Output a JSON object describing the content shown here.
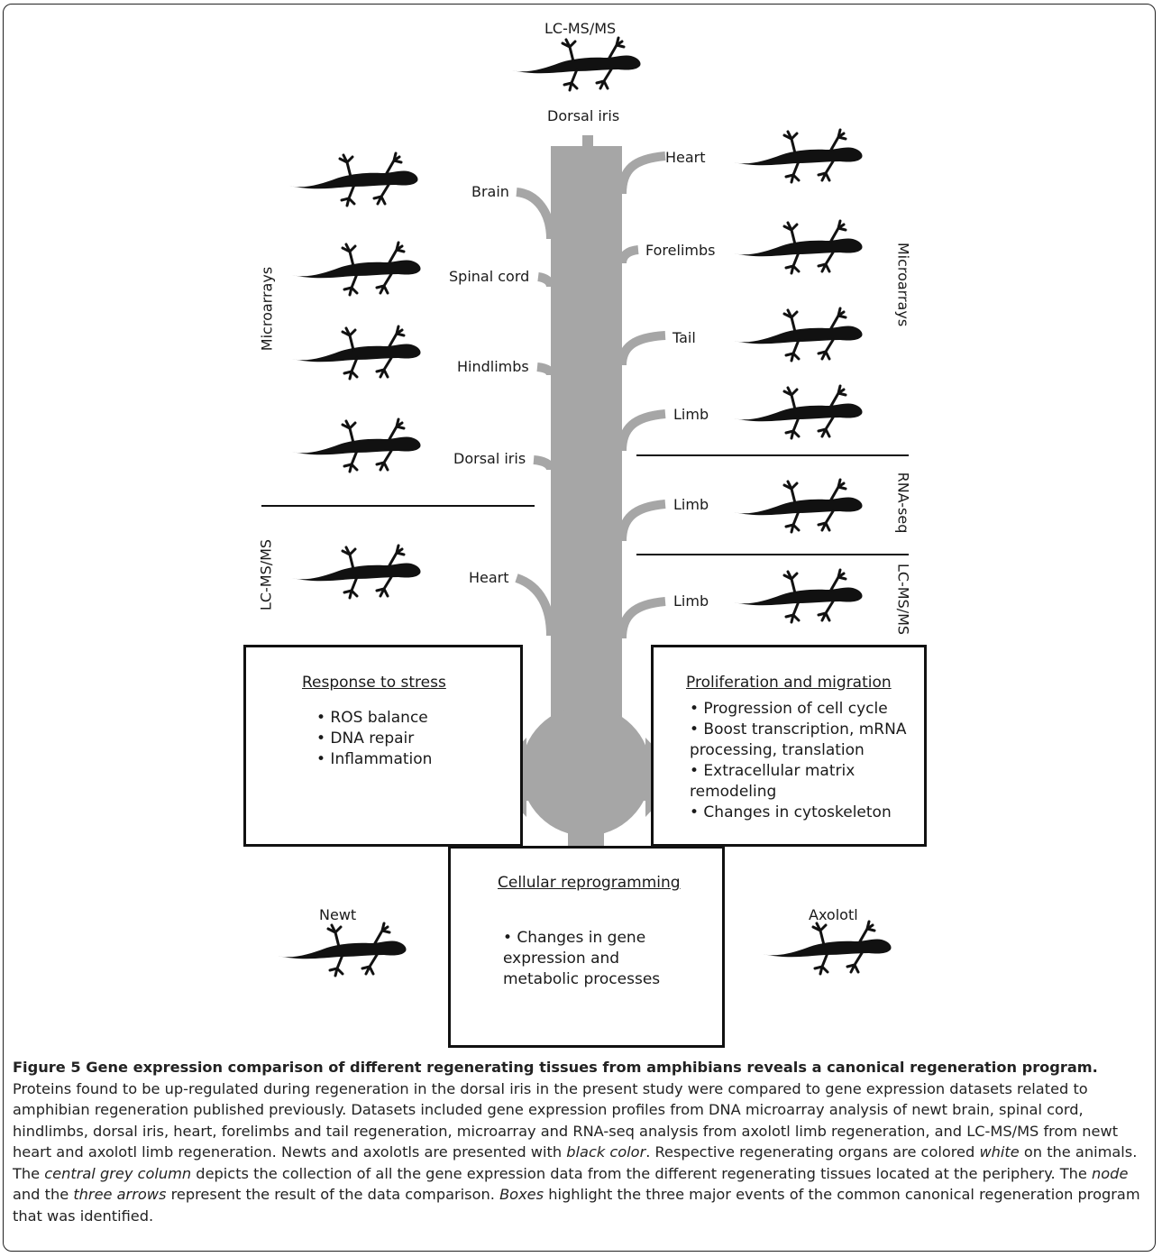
{
  "diagram": {
    "top_label": "LC-MS/MS",
    "top_tissue": "Dorsal iris",
    "left_tissues": [
      "Brain",
      "Spinal cord",
      "Hindlimbs",
      "Dorsal iris",
      "Heart"
    ],
    "right_tissues": [
      "Heart",
      "Forelimbs",
      "Tail",
      "Limb",
      "Limb",
      "Limb"
    ],
    "left_method_labels": [
      "Microarrays",
      "LC-MS/MS"
    ],
    "right_method_labels": [
      "Microarrays",
      "RNA-seq",
      "LC-MS/MS"
    ],
    "legend": {
      "newt": "Newt",
      "axolotl": "Axolotl"
    },
    "boxes": {
      "stress": {
        "title": "Response to stress",
        "items": [
          "• ROS balance",
          "• DNA repair",
          "• Inflammation"
        ]
      },
      "proliferation": {
        "title": "Proliferation and migration",
        "items": [
          "• Progression of cell cycle",
          "• Boost transcription, mRNA processing, translation",
          "• Extracellular matrix remodeling",
          "• Changes in cytoskeleton"
        ]
      },
      "reprogramming": {
        "title": "Cellular reprogramming",
        "items": [
          "• Changes in gene expression and metabolic processes"
        ]
      }
    },
    "colors": {
      "column": "#a6a6a6",
      "animal": "#111111",
      "highlight": "#ffffff"
    }
  },
  "caption": {
    "title": "Figure 5 Gene expression comparison of different regenerating tissues from amphibians reveals a canonical regeneration program.",
    "p1": " Proteins found to be up-regulated during regeneration in the dorsal iris in the present study were compared to gene expression datasets related to amphibian regeneration published previously. Datasets included gene expression profiles from DNA microarray analysis of newt brain, spinal cord, hindlimbs, dorsal iris, heart, forelimbs and tail regeneration, microarray and RNA-seq analysis from axolotl limb regeneration, and LC-MS/MS from newt heart and axolotl limb regeneration. Newts and axolotls are presented with ",
    "i1": "black color",
    "p2": ". Respective regenerating organs are colored ",
    "i2": "white",
    "p3": " on the animals. The ",
    "i3": "central grey column",
    "p4": " depicts the collection of all the gene expression data from the different regenerating tissues located at the periphery. The ",
    "i4": "node",
    "p5": " and the ",
    "i5": "three arrows",
    "p6": " represent the result of the data comparison. ",
    "i6": "Boxes",
    "p7": " highlight the three major events of the common canonical regeneration program that was identified."
  }
}
